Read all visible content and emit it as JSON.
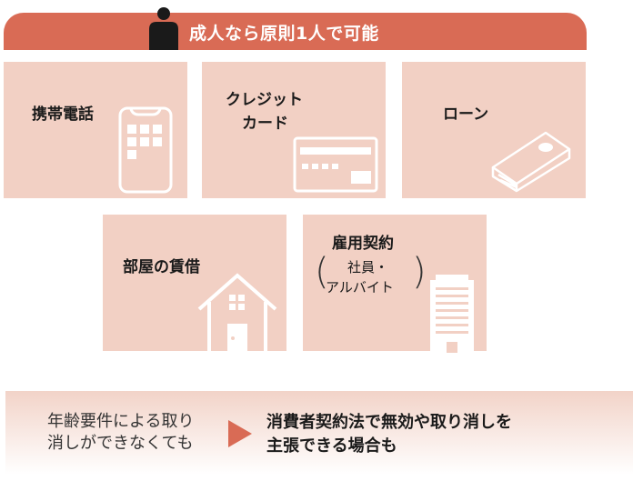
{
  "header": {
    "title": "成人なら原則1人で可能",
    "icon": "person-icon"
  },
  "tiles": [
    {
      "label": "携帯電話",
      "icon": "smartphone-icon"
    },
    {
      "label_line1": "クレジット",
      "label_line2": "カード",
      "icon": "credit-card-icon"
    },
    {
      "label": "ローン",
      "icon": "money-stack-icon"
    },
    {
      "label": "部屋の賃借",
      "icon": "house-icon"
    },
    {
      "label": "雇用契約",
      "sub_line1": "社員・",
      "sub_line2": "アルバイト",
      "icon": "building-icon"
    }
  ],
  "bottom": {
    "left_line1": "年齢要件による取り",
    "left_line2": "消しができなくても",
    "right_line1": "消費者契約法で無効や取り消しを",
    "right_line2": "主張できる場合も"
  },
  "colors": {
    "accent": "#d96b55",
    "tile": "#f2d0c4"
  }
}
